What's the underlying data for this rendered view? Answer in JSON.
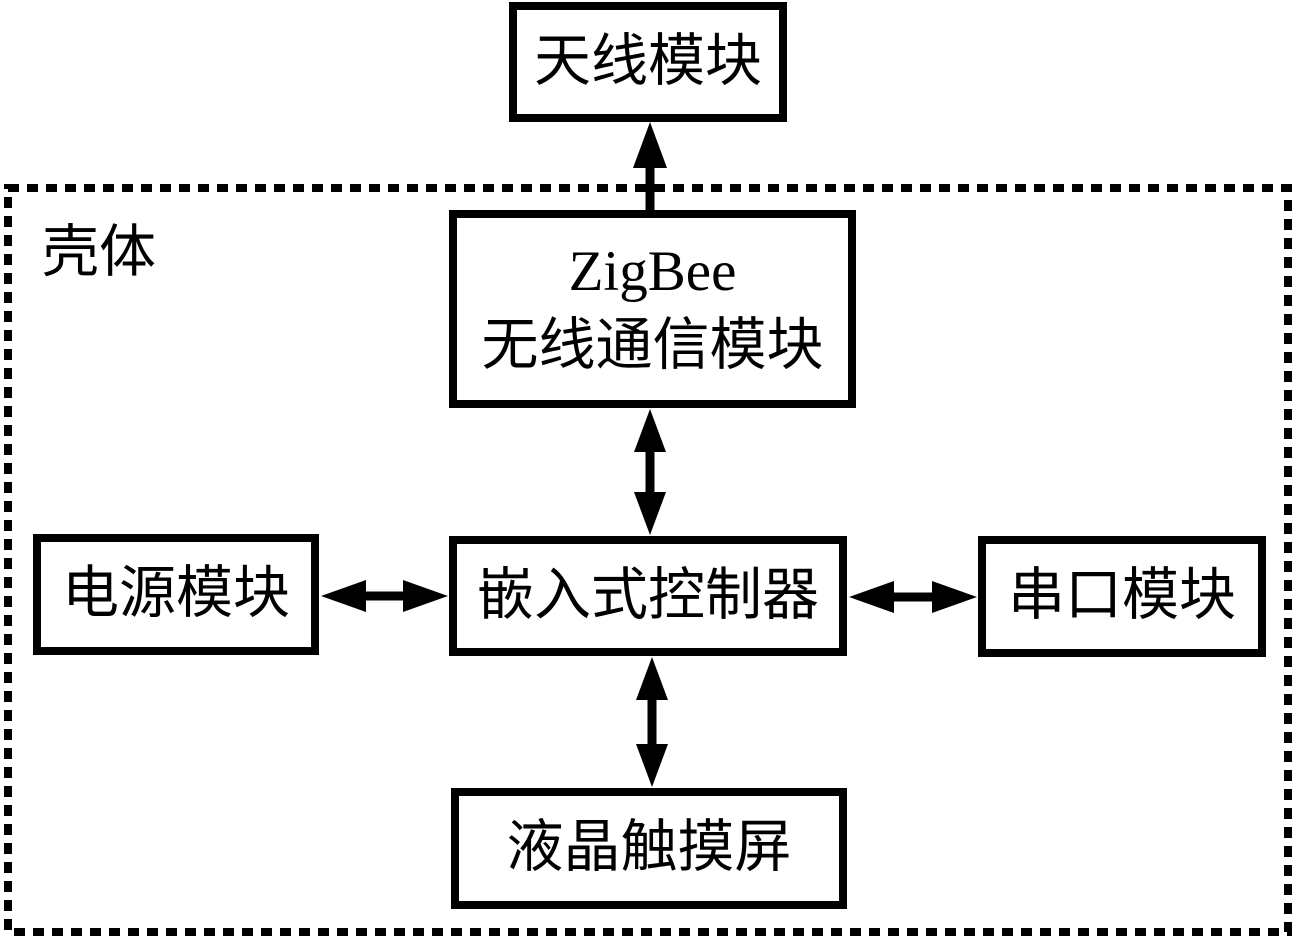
{
  "shell_label": "壳体",
  "nodes": {
    "antenna": {
      "label": "天线模块"
    },
    "zigbee": {
      "line1": "ZigBee",
      "line2": "无线通信模块"
    },
    "controller": {
      "label": "嵌入式控制器"
    },
    "power": {
      "label": "电源模块"
    },
    "serial": {
      "label": "串口模块"
    },
    "lcd": {
      "label": "液晶触摸屏"
    }
  },
  "connections": [
    {
      "from": "zigbee",
      "to": "antenna",
      "type": "single-arrow-up"
    },
    {
      "from": "zigbee",
      "to": "controller",
      "type": "double-arrow"
    },
    {
      "from": "power",
      "to": "controller",
      "type": "double-arrow"
    },
    {
      "from": "controller",
      "to": "serial",
      "type": "double-arrow"
    },
    {
      "from": "controller",
      "to": "lcd",
      "type": "double-arrow"
    }
  ],
  "colors": {
    "line": "#000000",
    "background": "#ffffff"
  }
}
